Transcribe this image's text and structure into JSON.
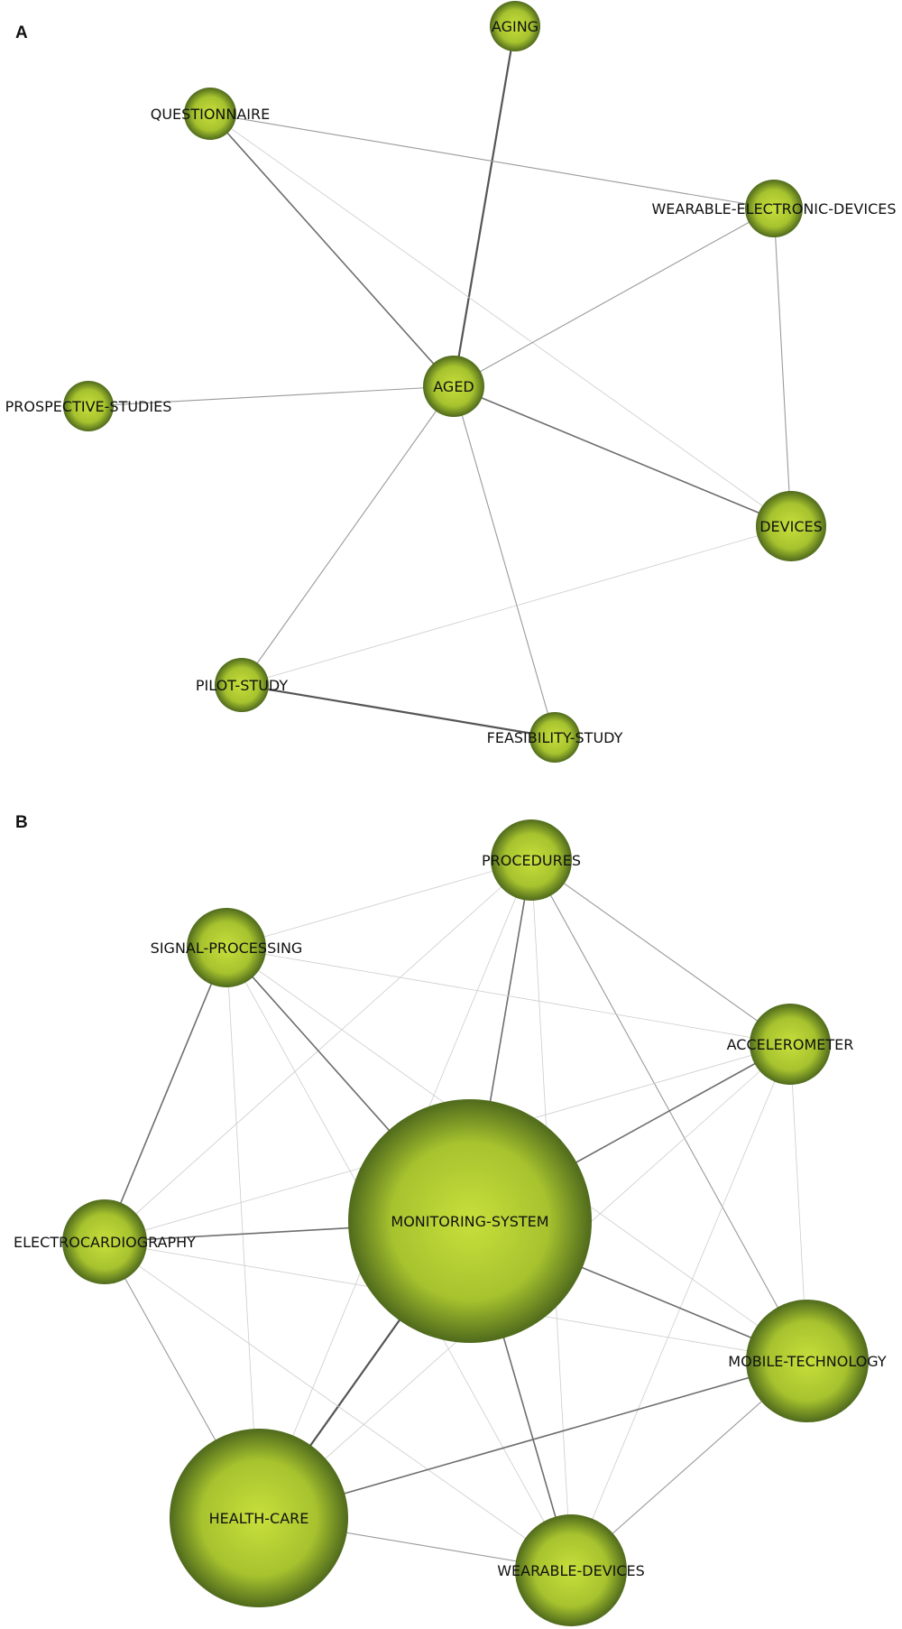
{
  "panels": [
    {
      "letter": "A",
      "nodes": [
        {
          "id": "aging",
          "label": "AGING"
        },
        {
          "id": "questionnaire",
          "label": "QUESTIONNAIRE"
        },
        {
          "id": "wearable_electronic_devices",
          "label": "WEARABLE-ELECTRONIC-DEVICES"
        },
        {
          "id": "aged",
          "label": "AGED"
        },
        {
          "id": "prospective_studies",
          "label": "PROSPECTIVE-STUDIES"
        },
        {
          "id": "devices",
          "label": "DEVICES"
        },
        {
          "id": "pilot_study",
          "label": "PILOT-STUDY"
        },
        {
          "id": "feasibility_study",
          "label": "FEASIBILITY-STUDY"
        }
      ],
      "edges": [
        {
          "source": "aging",
          "target": "aged",
          "strength": "strong"
        },
        {
          "source": "questionnaire",
          "target": "aged",
          "strength": "medium"
        },
        {
          "source": "questionnaire",
          "target": "wearable_electronic_devices",
          "strength": "weak"
        },
        {
          "source": "questionnaire",
          "target": "devices",
          "strength": "faint"
        },
        {
          "source": "wearable_electronic_devices",
          "target": "aged",
          "strength": "weak"
        },
        {
          "source": "wearable_electronic_devices",
          "target": "devices",
          "strength": "weak"
        },
        {
          "source": "prospective_studies",
          "target": "aged",
          "strength": "weak"
        },
        {
          "source": "aged",
          "target": "devices",
          "strength": "medium"
        },
        {
          "source": "aged",
          "target": "pilot_study",
          "strength": "weak"
        },
        {
          "source": "aged",
          "target": "feasibility_study",
          "strength": "weak"
        },
        {
          "source": "devices",
          "target": "pilot_study",
          "strength": "faint"
        },
        {
          "source": "pilot_study",
          "target": "feasibility_study",
          "strength": "strong"
        }
      ]
    },
    {
      "letter": "B",
      "nodes": [
        {
          "id": "procedures",
          "label": "PROCEDURES"
        },
        {
          "id": "signal_processing",
          "label": "SIGNAL-PROCESSING"
        },
        {
          "id": "accelerometer",
          "label": "ACCELEROMETER"
        },
        {
          "id": "monitoring_system",
          "label": "MONITORING-SYSTEM"
        },
        {
          "id": "electrocardiography",
          "label": "ELECTROCARDIOGRAPHY"
        },
        {
          "id": "mobile_technology",
          "label": "MOBILE-TECHNOLOGY"
        },
        {
          "id": "health_care",
          "label": "HEALTH-CARE"
        },
        {
          "id": "wearable_devices",
          "label": "WEARABLE-DEVICES"
        }
      ],
      "edges": [
        {
          "source": "procedures",
          "target": "signal_processing",
          "strength": "faint"
        },
        {
          "source": "procedures",
          "target": "accelerometer",
          "strength": "weak"
        },
        {
          "source": "procedures",
          "target": "monitoring_system",
          "strength": "medium"
        },
        {
          "source": "procedures",
          "target": "mobile_technology",
          "strength": "weak"
        },
        {
          "source": "procedures",
          "target": "electrocardiography",
          "strength": "faint"
        },
        {
          "source": "procedures",
          "target": "health_care",
          "strength": "faint"
        },
        {
          "source": "procedures",
          "target": "wearable_devices",
          "strength": "faint"
        },
        {
          "source": "signal_processing",
          "target": "accelerometer",
          "strength": "faint"
        },
        {
          "source": "signal_processing",
          "target": "monitoring_system",
          "strength": "medium"
        },
        {
          "source": "signal_processing",
          "target": "electrocardiography",
          "strength": "medium"
        },
        {
          "source": "signal_processing",
          "target": "health_care",
          "strength": "faint"
        },
        {
          "source": "signal_processing",
          "target": "mobile_technology",
          "strength": "faint"
        },
        {
          "source": "signal_processing",
          "target": "wearable_devices",
          "strength": "faint"
        },
        {
          "source": "accelerometer",
          "target": "monitoring_system",
          "strength": "medium"
        },
        {
          "source": "accelerometer",
          "target": "electrocardiography",
          "strength": "faint"
        },
        {
          "source": "accelerometer",
          "target": "mobile_technology",
          "strength": "faint"
        },
        {
          "source": "accelerometer",
          "target": "health_care",
          "strength": "faint"
        },
        {
          "source": "accelerometer",
          "target": "wearable_devices",
          "strength": "faint"
        },
        {
          "source": "monitoring_system",
          "target": "electrocardiography",
          "strength": "medium"
        },
        {
          "source": "monitoring_system",
          "target": "mobile_technology",
          "strength": "medium"
        },
        {
          "source": "monitoring_system",
          "target": "health_care",
          "strength": "strong"
        },
        {
          "source": "monitoring_system",
          "target": "wearable_devices",
          "strength": "medium"
        },
        {
          "source": "electrocardiography",
          "target": "health_care",
          "strength": "weak"
        },
        {
          "source": "electrocardiography",
          "target": "wearable_devices",
          "strength": "faint"
        },
        {
          "source": "electrocardiography",
          "target": "mobile_technology",
          "strength": "faint"
        },
        {
          "source": "mobile_technology",
          "target": "health_care",
          "strength": "medium"
        },
        {
          "source": "mobile_technology",
          "target": "wearable_devices",
          "strength": "weak"
        },
        {
          "source": "health_care",
          "target": "wearable_devices",
          "strength": "weak"
        }
      ]
    }
  ],
  "colors": {
    "node_center": "#c8e03c",
    "node_mid": "#a6c22e",
    "node_edge": "#4f6a1c",
    "edge_strong": "#555555",
    "edge_medium": "#6e6e6e",
    "edge_weak": "#9a9a9a",
    "edge_faint": "#cccccc"
  }
}
